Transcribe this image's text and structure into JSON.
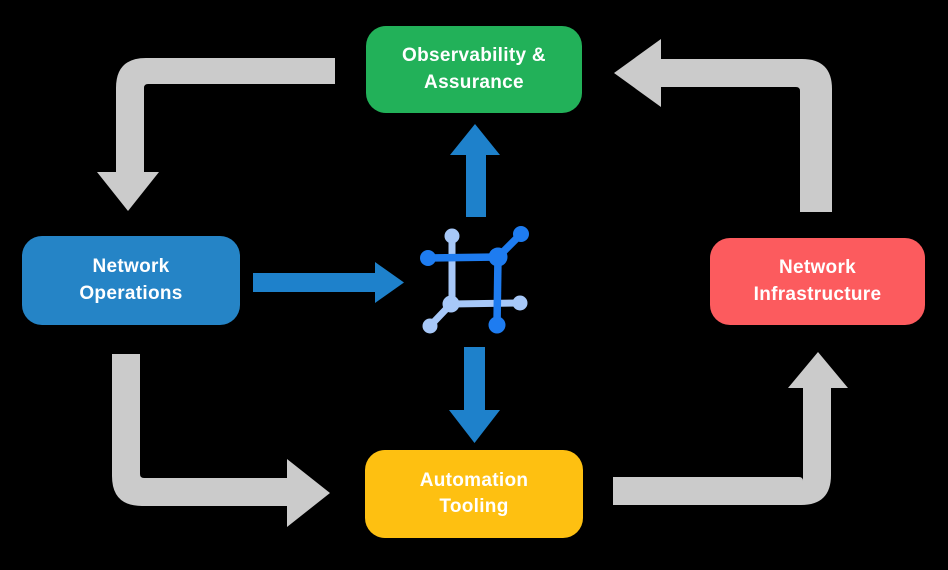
{
  "canvas": {
    "background": "#000000",
    "text_color": "#FFFFFF"
  },
  "diagram": {
    "nodes": [
      {
        "id": "observability-assurance",
        "label": "Observability &\nAssurance",
        "color": "#22B159"
      },
      {
        "id": "network-operations",
        "label": "Network\nOperations",
        "color": "#2584C6"
      },
      {
        "id": "network-infrastructure",
        "label": "Network\nInfrastructure",
        "color": "#FC5B5E"
      },
      {
        "id": "automation-tooling",
        "label": "Automation\nTooling",
        "color": "#FEC011"
      }
    ],
    "center_icon": {
      "name": "network-hub-icon",
      "dark_color": "#1E7CF0",
      "light_color": "#A7C8F8"
    },
    "arrows": {
      "gray_color": "#CBCBCB",
      "blue_color": "#1E81CB",
      "cycle_connections": [
        "observability-assurance -> network-operations",
        "network-operations -> automation-tooling",
        "automation-tooling -> network-infrastructure",
        "network-infrastructure -> observability-assurance"
      ],
      "hub_connections": [
        "network-operations -> hub",
        "hub -> observability-assurance",
        "hub -> automation-tooling"
      ]
    }
  }
}
